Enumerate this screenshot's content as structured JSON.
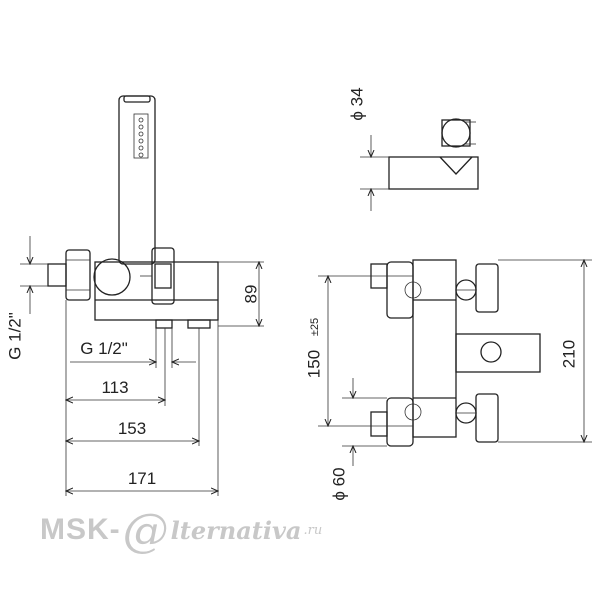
{
  "dimensions": {
    "phi34": "ϕ 34",
    "g_half_vertical": "G 1/2\"",
    "g_half_horizontal": "G 1/2\"",
    "d89": "89",
    "d113": "113",
    "d153": "153",
    "d171": "171",
    "d150": "150",
    "d150_tol": "±25",
    "d210": "210",
    "phi60": "ϕ 60"
  },
  "watermark": {
    "brand": "MSK-",
    "at": "@",
    "name": "lternativa",
    "tld": ".ru"
  }
}
